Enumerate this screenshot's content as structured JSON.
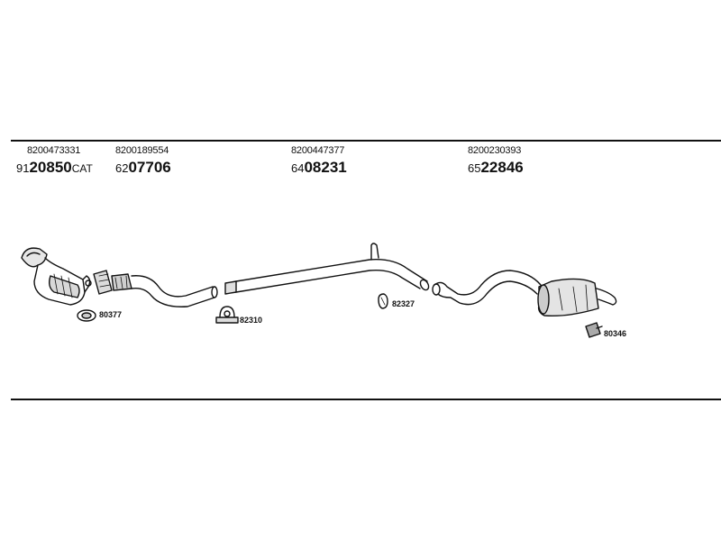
{
  "groups": [
    {
      "oem": "8200473331",
      "prefix": "91",
      "main": "20850",
      "suffix": "CAT"
    },
    {
      "oem": "8200189554",
      "prefix": "62",
      "main": "07706",
      "suffix": ""
    },
    {
      "oem": "8200447377",
      "prefix": "64",
      "main": "08231",
      "suffix": ""
    },
    {
      "oem": "8200230393",
      "prefix": "65",
      "main": "22846",
      "suffix": ""
    }
  ],
  "accessories": [
    {
      "label": "80377"
    },
    {
      "label": "82310"
    },
    {
      "label": "82327"
    },
    {
      "label": "80346"
    }
  ]
}
